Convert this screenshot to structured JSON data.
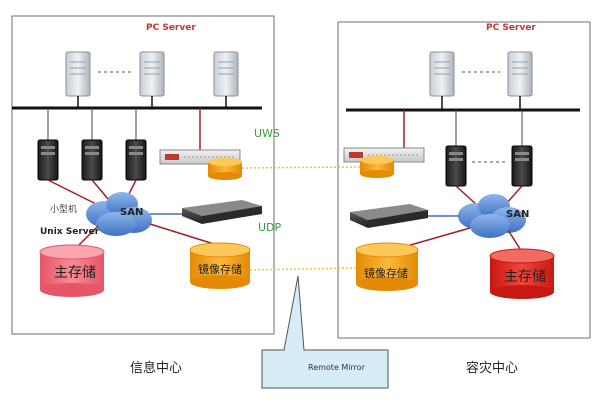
{
  "left_site": {
    "name": "信息中心",
    "pc_server_label": "PC Server",
    "unix_label_cn": "小型机",
    "unix_label_en": "Unix Server",
    "san_label": "SAN",
    "main_storage_label": "主存储",
    "mirror_storage_label": "镜像存储"
  },
  "right_site": {
    "name": "容灾中心",
    "pc_server_label": "PC Server",
    "san_label": "SAN",
    "main_storage_label": "主存储",
    "mirror_storage_label": "镜像存储"
  },
  "links": {
    "uws_label": "UWS",
    "udp_label": "UDP",
    "remote_mirror_label": "Remote Mirror"
  },
  "colors": {
    "main_storage_left": "#f06a7a",
    "main_storage_right": "#e8281e",
    "mirror_storage": "#f7a51a",
    "link_lines": "#e9c04f",
    "san_cloud": "#5b8fd6",
    "red_lines": "#a0202a",
    "remote_mirror_fill": "#d6ecf7"
  }
}
